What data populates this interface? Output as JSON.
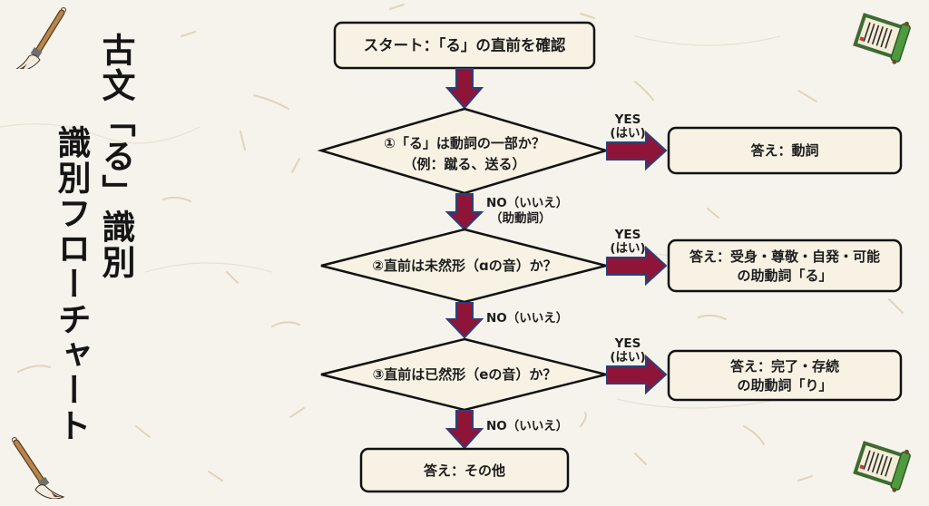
{
  "title": {
    "line1": "古文「る」識別",
    "line2": "識別フローチャート"
  },
  "colors": {
    "background": "#f6f3ec",
    "node_fill": "#f7f2e4",
    "node_stroke": "#111111",
    "arrow_fill": "#8e1538",
    "arrow_stroke": "#2d3f7a",
    "text": "#1d1d1d"
  },
  "flow": {
    "start": {
      "label": "スタート：「る」の直前を確認"
    },
    "decisions": [
      {
        "lines": [
          "①「る」は動詞の一部か？",
          "（例：蹴る、送る）"
        ],
        "yes_label": [
          "YES",
          "(はい)"
        ],
        "no_label": [
          "NO（いいえ）",
          "（助動詞）"
        ],
        "answer": [
          "答え：動詞"
        ]
      },
      {
        "lines": [
          "②直前は未然形（ɑの音）か？"
        ],
        "yes_label": [
          "YES",
          "(はい)"
        ],
        "no_label": [
          "NO（いいえ）"
        ],
        "answer": [
          "答え：受身・尊敬・自発・可能",
          "の助動詞「る」"
        ]
      },
      {
        "lines": [
          "③直前は已然形（eの音）か？"
        ],
        "yes_label": [
          "YES",
          "(はい)"
        ],
        "no_label": [
          "NO（いいえ）"
        ],
        "answer": [
          "答え：完了・存続",
          "の助動詞「り」"
        ]
      }
    ],
    "final": {
      "label": "答え：その他"
    }
  },
  "decorations": {
    "top_left": "brush-icon",
    "bottom_left": "brush-icon",
    "top_right": "scroll-icon",
    "bottom_right": "scroll-icon"
  }
}
